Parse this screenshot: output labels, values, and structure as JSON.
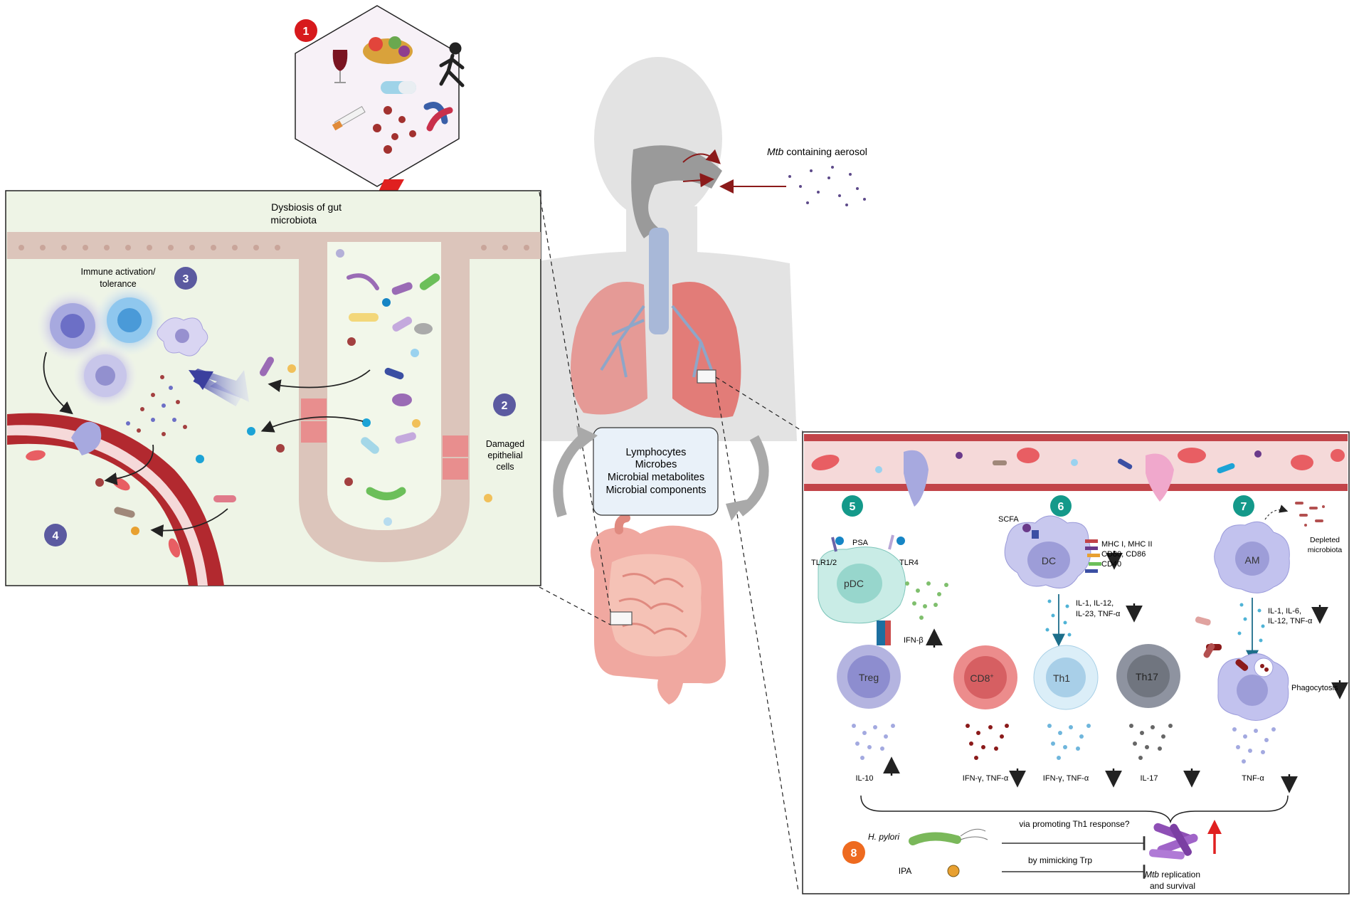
{
  "colors": {
    "red_badge": "#d7191c",
    "purple_badge": "#5b5aa0",
    "teal_badge": "#14998a",
    "orange_badge": "#ee6a1f",
    "gut_lumen": "#eef4e6",
    "epithelium": "#dcc5bb",
    "vessel": "#b2292f",
    "lung": "#e59a96",
    "silhouette": "#e3e3e3"
  },
  "badges": {
    "b1": "1",
    "b2": "2",
    "b3": "3",
    "b4": "4",
    "b5": "5",
    "b6": "6",
    "b7": "7",
    "b8": "8"
  },
  "labels": {
    "dysbiosis_line1": "Dysbiosis of gut",
    "dysbiosis_line2": "microbiota",
    "immune_line1": "Immune activation/",
    "immune_line2": "tolerance",
    "damaged_line1": "Damaged",
    "damaged_line2": "epithelial",
    "damaged_line3": "cells",
    "aerosol_italic": "Mtb",
    "aerosol_rest": " containing aerosol"
  },
  "center_box": {
    "lines": [
      "Lymphocytes",
      "Microbes",
      "Microbial metabolites",
      "Microbial components"
    ]
  },
  "right_panel": {
    "psa": "PSA",
    "tlr12": "TLR1/2",
    "tlr4": "TLR4",
    "pdc": "pDC",
    "ifnb": "IFN-β",
    "treg": "Treg",
    "il10": "IL-10",
    "cd8": "CD8",
    "cd8_sup": "+",
    "cd8_cyto": "IFN-γ, TNF-α",
    "scfa": "SCFA",
    "dc": "DC",
    "dc_markers": [
      "MHC I, MHC II",
      "CD80, CD86",
      "CD40"
    ],
    "dc_cyto": [
      "IL-1, IL-12,",
      "IL-23, TNF-α"
    ],
    "th1": "Th1",
    "th1_cyto": "IFN-γ, TNF-α",
    "th17": "Th17",
    "th17_cyto": "IL-17",
    "depleted_line1": "Depleted",
    "depleted_line2": "microbiota",
    "am": "AM",
    "am_cyto": [
      "IL-1, IL-6,",
      "IL-12, TNF-α"
    ],
    "phagocytosis": "Phagocytosis",
    "tnfa": "TNF-α",
    "hpylori": "H. pylori",
    "ipa": "IPA",
    "via_th1": "via promoting Th1 response?",
    "mimic_trp": "by mimicking Trp",
    "mtb_italic": "Mtb",
    "mtb_rest": " replication",
    "survival": "and survival"
  }
}
